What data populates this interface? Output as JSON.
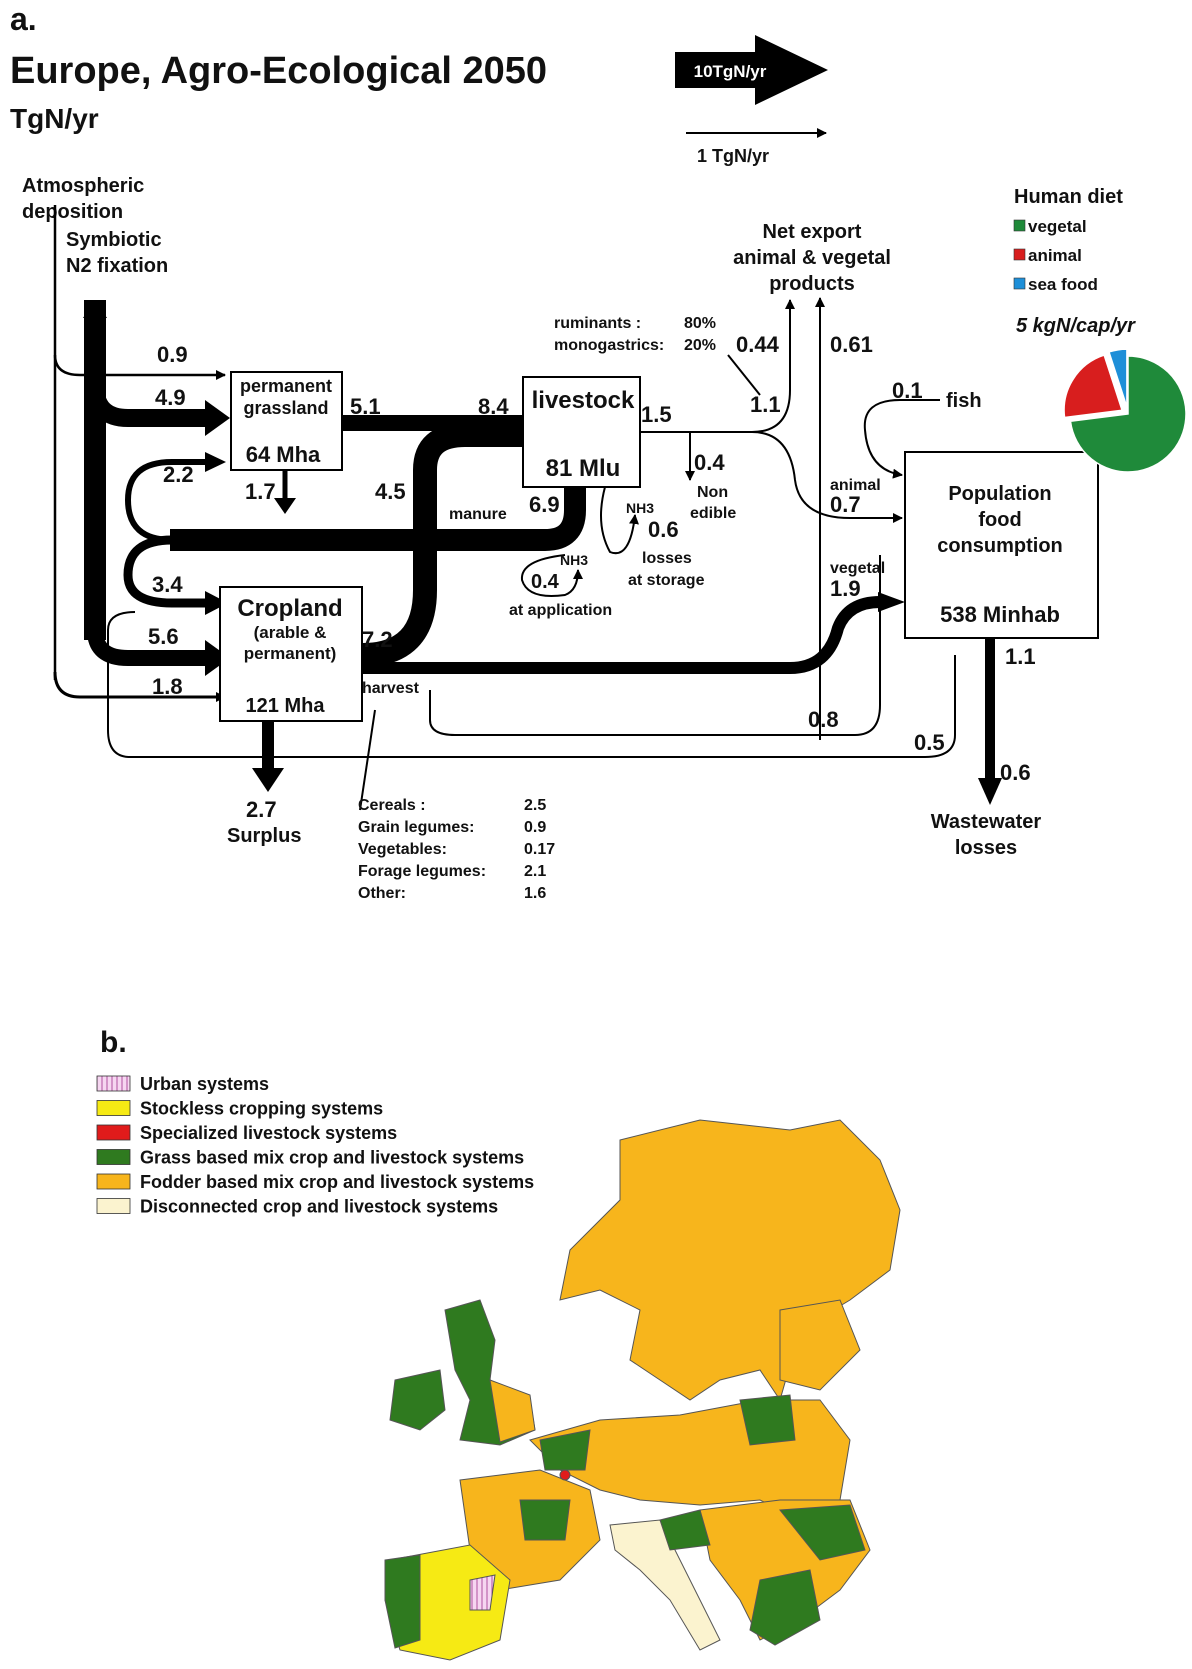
{
  "panel_a": {
    "label": "a.",
    "title": "Europe, Agro-Ecological 2050",
    "unit": "TgN/yr",
    "scale": {
      "big_arrow": "10TgN/yr",
      "small_arrow": "1 TgN/yr"
    },
    "inputs": {
      "deposition_line1": "Atmospheric",
      "deposition_line2": "deposition",
      "fixation_line1": "Symbiotic",
      "fixation_line2": "N2 fixation"
    },
    "grassland": {
      "line1": "permanent",
      "line2": "grassland",
      "area": "64 Mha"
    },
    "livestock": {
      "name": "livestock",
      "units": "81 Mlu"
    },
    "cropland": {
      "name": "Cropland",
      "line2": "(arable &",
      "line3": "permanent)",
      "area": "121 Mha"
    },
    "population": {
      "line1": "Population",
      "line2": "food",
      "line3": "consumption",
      "count": "538 Minhab"
    },
    "net_export": {
      "line1": "Net export",
      "line2": "animal & vegetal",
      "line3": "products"
    },
    "ruminants": {
      "label": "ruminants :",
      "value": "80%"
    },
    "monogastrics": {
      "label": "monogastrics:",
      "value": "20%"
    },
    "flows": {
      "dep_grass": "0.9",
      "fix_grass": "4.9",
      "grass_out": "5.1",
      "live_in": "8.4",
      "loop_grass": "2.2",
      "grass_surplus": "1.7",
      "crop_live": "4.5",
      "manure_val": "6.9",
      "loop_crop": "3.4",
      "fix_crop": "5.6",
      "dep_crop": "1.8",
      "harvest_val": "7.2",
      "live_out": "1.5",
      "nonedible_val": "0.4",
      "storage_val": "0.6",
      "application_val": "0.4",
      "export_1": "0.44",
      "export_2": "0.61",
      "export_3": "1.1",
      "fish_val": "0.1",
      "animal_val": "0.7",
      "vegetal_val": "1.9",
      "pop_out": "1.1",
      "return_1": "0.8",
      "return_2": "0.5",
      "wastewater_val": "0.6",
      "surplus_val": "2.7"
    },
    "labels": {
      "manure": "manure",
      "harvest": "harvest",
      "non_edible_1": "Non",
      "non_edible_2": "edible",
      "nh3": "NH3",
      "losses": "losses",
      "at_storage": "at storage",
      "at_application": "at application",
      "fish": "fish",
      "animal": "animal",
      "vegetal": "vegetal",
      "surplus": "Surplus",
      "wastewater_1": "Wastewater",
      "wastewater_2": "losses"
    },
    "harvest_table": [
      {
        "name": "Cereals :",
        "value": "2.5"
      },
      {
        "name": "Grain legumes:",
        "value": "0.9"
      },
      {
        "name": "Vegetables:",
        "value": "0.17"
      },
      {
        "name": "Forage legumes:",
        "value": "2.1"
      },
      {
        "name": "Other:",
        "value": "1.6"
      }
    ],
    "diet": {
      "title": "Human diet",
      "total": "5 kgN/cap/yr",
      "items": [
        {
          "label": "vegetal",
          "color": "#1f8a3a",
          "share": 0.73
        },
        {
          "label": "animal",
          "color": "#d81e1e",
          "share": 0.22
        },
        {
          "label": "sea food",
          "color": "#1e8fd8",
          "share": 0.05
        }
      ]
    }
  },
  "panel_b": {
    "label": "b.",
    "legend": [
      {
        "label": "Urban systems",
        "color": "#f2c6ec",
        "hatched": true
      },
      {
        "label": "Stockless cropping systems",
        "color": "#f6ea14",
        "hatched": false
      },
      {
        "label": "Specialized livestock systems",
        "color": "#e01b1b",
        "hatched": false
      },
      {
        "label": "Grass based mix crop and  livestock systems",
        "color": "#2f7a1f",
        "hatched": false
      },
      {
        "label": "Fodder based mix crop and  livestock systems",
        "color": "#f7b51c",
        "hatched": false
      },
      {
        "label": "Disconnected crop and  livestock systems",
        "color": "#fbf3cf",
        "hatched": false
      }
    ]
  }
}
